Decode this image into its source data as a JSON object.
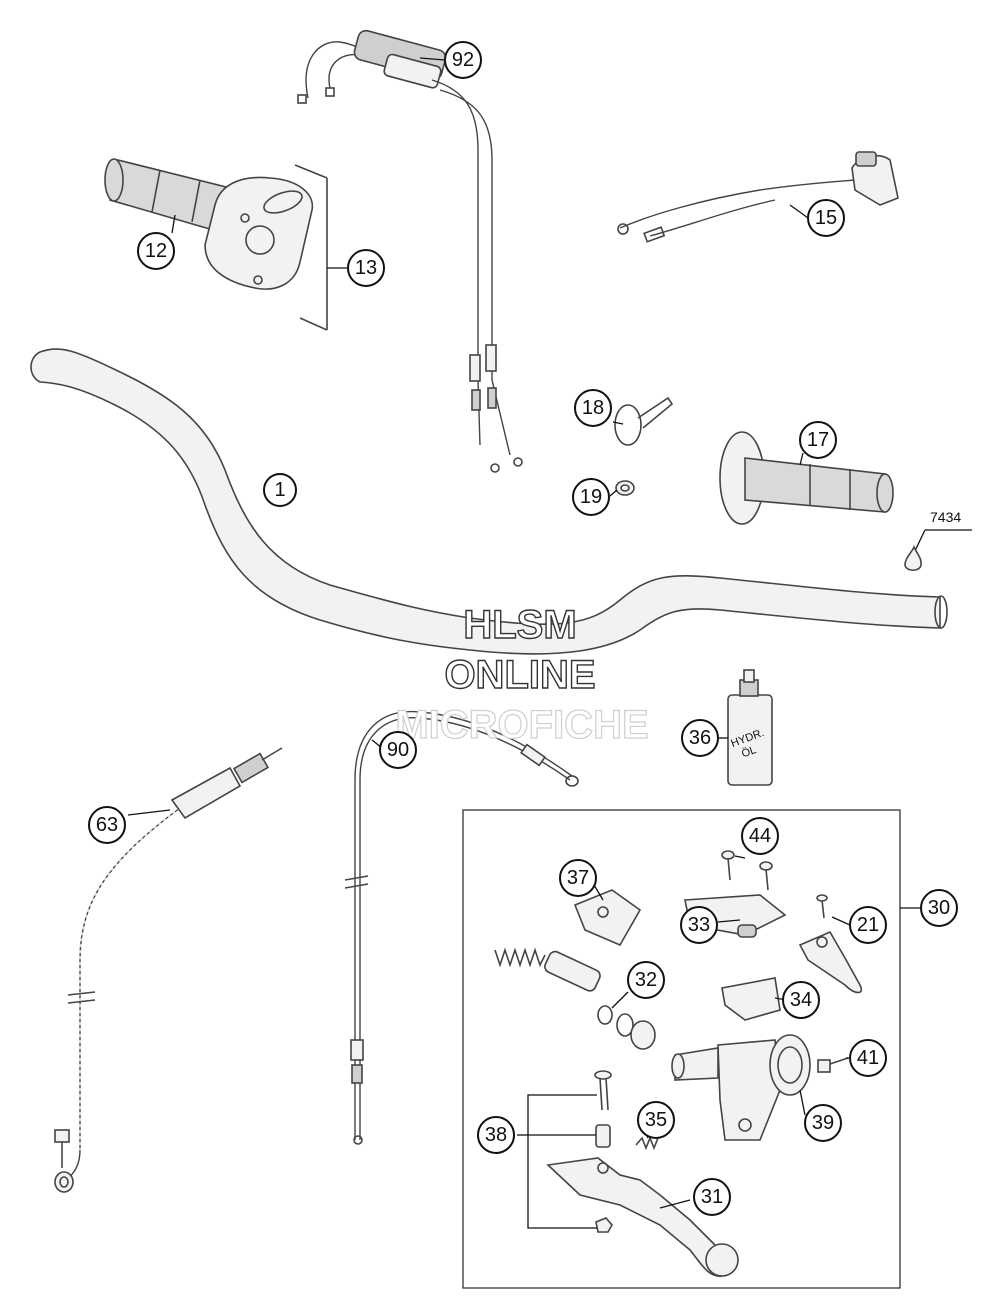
{
  "watermark": {
    "line1": "HLSM",
    "line2": "ONLINE",
    "line3": "MICROFICHE"
  },
  "reference_code": "7434",
  "callouts": {
    "c1": "1",
    "c12": "12",
    "c13": "13",
    "c15": "15",
    "c17": "17",
    "c18": "18",
    "c19": "19",
    "c21": "21",
    "c30": "30",
    "c31": "31",
    "c32": "32",
    "c33": "33",
    "c34": "34",
    "c35": "35",
    "c36": "36",
    "c37": "37",
    "c38": "38",
    "c39": "39",
    "c41": "41",
    "c44": "44",
    "c63": "63",
    "c90": "90",
    "c92": "92"
  },
  "bottle_label": {
    "line1": "HYDR.",
    "line2": "ÖL"
  }
}
